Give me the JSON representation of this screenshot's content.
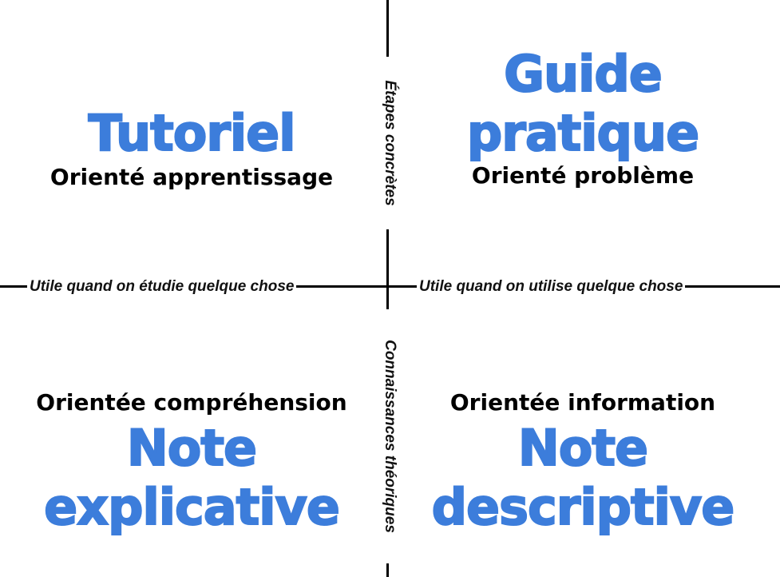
{
  "quadrants": {
    "top_left": {
      "title": "Tutoriel",
      "subtitle": "Orienté apprentissage"
    },
    "top_right": {
      "title_line1": "Guide",
      "title_line2": "pratique",
      "subtitle": "Orienté problème"
    },
    "bottom_left": {
      "subtitle": "Orientée compréhension",
      "title_line1": "Note",
      "title_line2": "explicative"
    },
    "bottom_right": {
      "subtitle": "Orientée information",
      "title_line1": "Note",
      "title_line2": "descriptive"
    }
  },
  "axes": {
    "top": "Étapes concrètes",
    "bottom": "Connaissances théoriques",
    "left": "Utile quand on étudie quelque chose",
    "right": "Utile quand on utilise quelque chose"
  },
  "colors": {
    "title": "#3c7ddb",
    "text": "#000000",
    "axis": "#000000"
  }
}
